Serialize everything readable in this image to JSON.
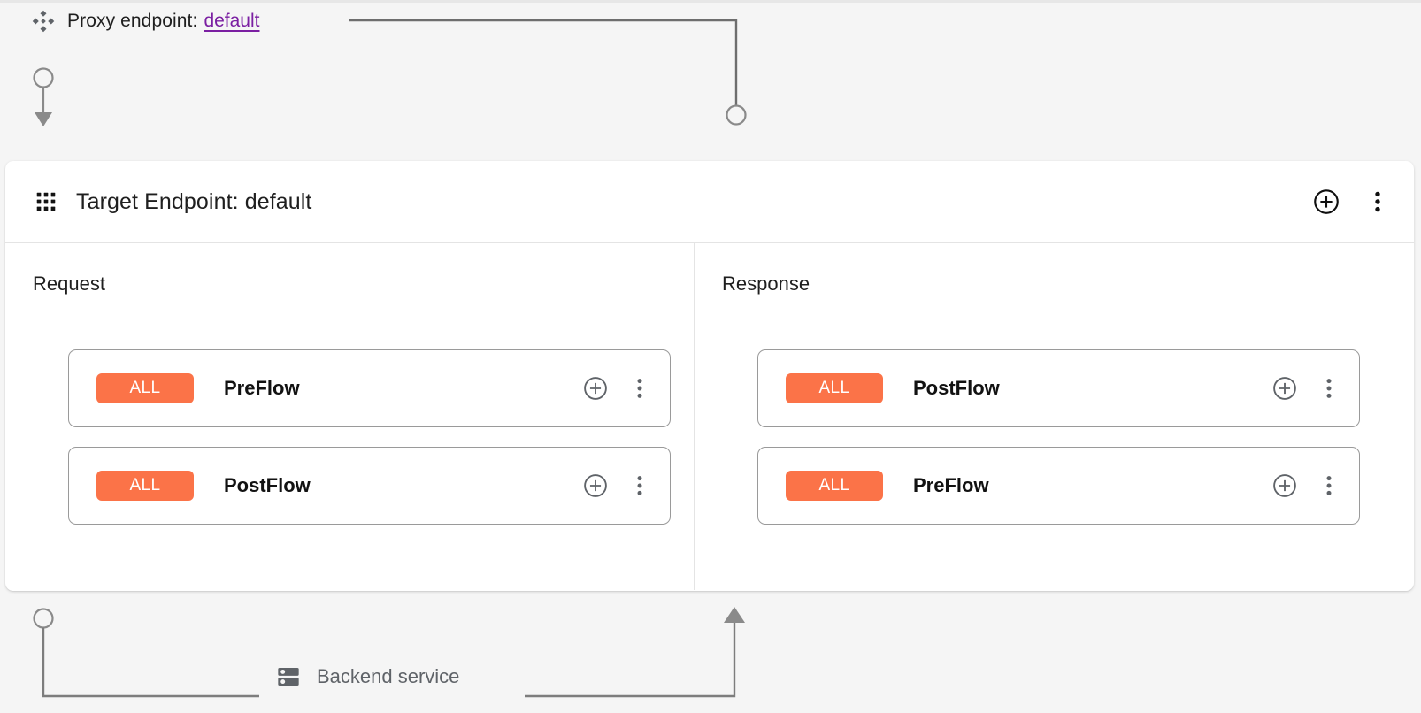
{
  "proxy": {
    "icon": "proxy-endpoint-icon",
    "label": "Proxy endpoint:",
    "value": "default",
    "link_color": "#7b1fa2"
  },
  "panel": {
    "icon": "apps-grid-icon",
    "title": "Target Endpoint: default",
    "actions": [
      {
        "icon": "add-circle-icon",
        "name": "add-policy-button"
      },
      {
        "icon": "more-vert-icon",
        "name": "more-options-button"
      }
    ]
  },
  "columns": [
    {
      "title": "Request",
      "flows": [
        {
          "badge": "ALL",
          "name": "PreFlow"
        },
        {
          "badge": "ALL",
          "name": "PostFlow"
        }
      ]
    },
    {
      "title": "Response",
      "flows": [
        {
          "badge": "ALL",
          "name": "PostFlow"
        },
        {
          "badge": "ALL",
          "name": "PreFlow"
        }
      ]
    }
  ],
  "backend": {
    "icon": "server-icon",
    "label": "Backend service"
  },
  "colors": {
    "badge_orange": "#fb7348",
    "wire_gray": "#757575",
    "panel_white": "#ffffff",
    "page_bg": "#f5f5f5",
    "link_purple": "#7b1fa2"
  }
}
